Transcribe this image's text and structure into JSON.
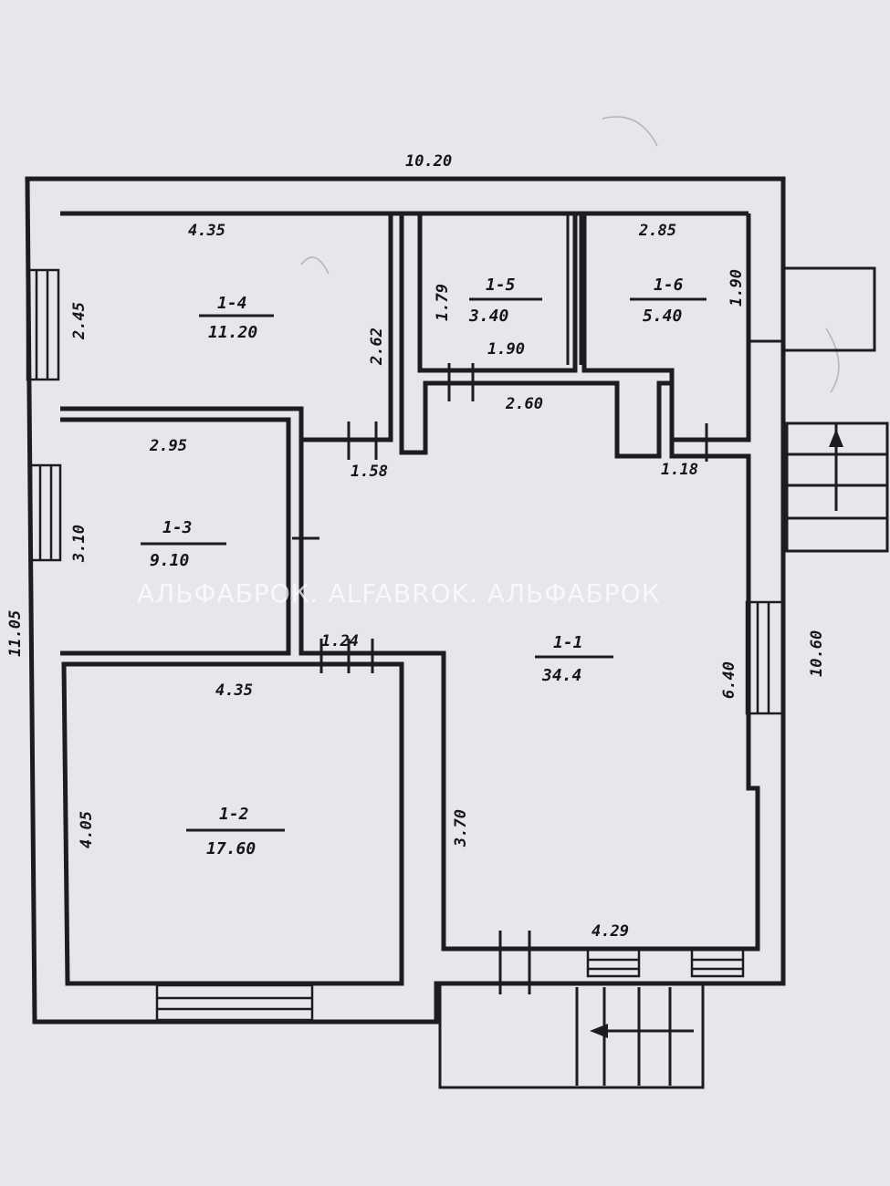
{
  "overall": {
    "width": "10.20",
    "depth": "11.05",
    "right_side": "10.60"
  },
  "rooms": [
    {
      "id": "1-1",
      "area": "34.4",
      "dims": [
        "4.29",
        "3.70",
        "2.60",
        "1.18",
        "6.40"
      ]
    },
    {
      "id": "1-2",
      "area": "17.60",
      "dims": [
        "4.35",
        "4.05"
      ]
    },
    {
      "id": "1-3",
      "area": "9.10",
      "dims": [
        "2.95",
        "3.10",
        "1.24"
      ]
    },
    {
      "id": "1-4",
      "area": "11.20",
      "dims": [
        "4.35",
        "2.45",
        "2.62",
        "1.58"
      ]
    },
    {
      "id": "1-5",
      "area": "3.40",
      "dims": [
        "1.90",
        "1.79"
      ]
    },
    {
      "id": "1-6",
      "area": "5.40",
      "dims": [
        "2.85",
        "1.90"
      ]
    }
  ],
  "watermark": "АЛЬФАБРОК. ALFABROK. АЛЬФАБРОК"
}
